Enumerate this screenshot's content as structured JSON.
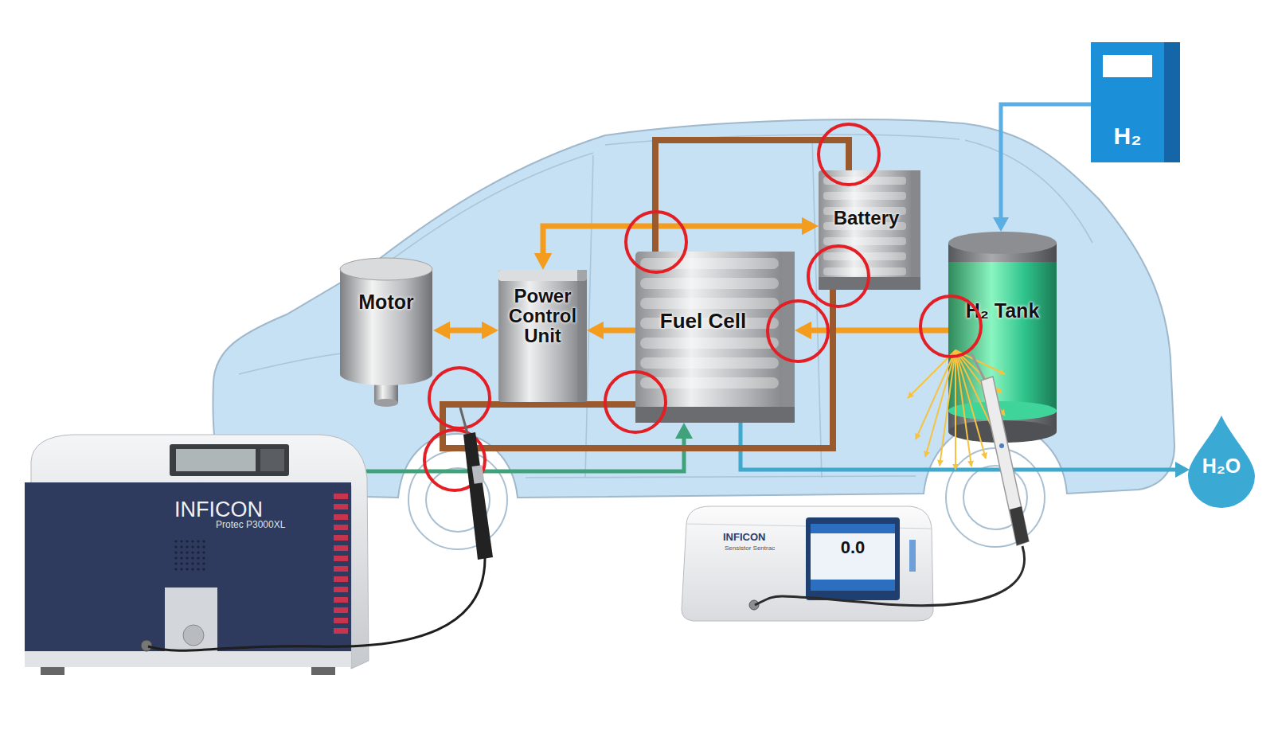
{
  "diagram": {
    "nodes": [
      {
        "text": [
          "Motor"
        ]
      },
      {
        "text": [
          "Power Control Unit"
        ]
      },
      {
        "text": [
          "Fuel Cell"
        ]
      },
      {
        "text": [
          "Battery"
        ]
      },
      {
        "text": [
          "H₂ Tank"
        ]
      },
      {
        "text": [
          "H₂"
        ]
      },
      {
        "text": [
          "H₂O"
        ]
      },
      {
        "text": [
          "INFICON",
          "Protec P3000XL"
        ]
      },
      {
        "text": [
          "INFICON",
          "Sensistor Sentrac",
          "0.0"
        ]
      }
    ],
    "edges": [
      {
        "from": 0,
        "to": 1,
        "arrow": "both"
      },
      {
        "from": 2,
        "to": 1,
        "arrow": "to"
      },
      {
        "from": 3,
        "to": 1,
        "arrow": "both"
      },
      {
        "from": 4,
        "to": 2,
        "arrow": "to"
      },
      {
        "from": 5,
        "to": 4,
        "arrow": "to"
      },
      {
        "from": 2,
        "to": 6,
        "arrow": "to"
      },
      {
        "from": 2,
        "to": 3,
        "arrow": "none"
      },
      {
        "from": 2,
        "to": 3,
        "arrow": "none"
      }
    ]
  }
}
